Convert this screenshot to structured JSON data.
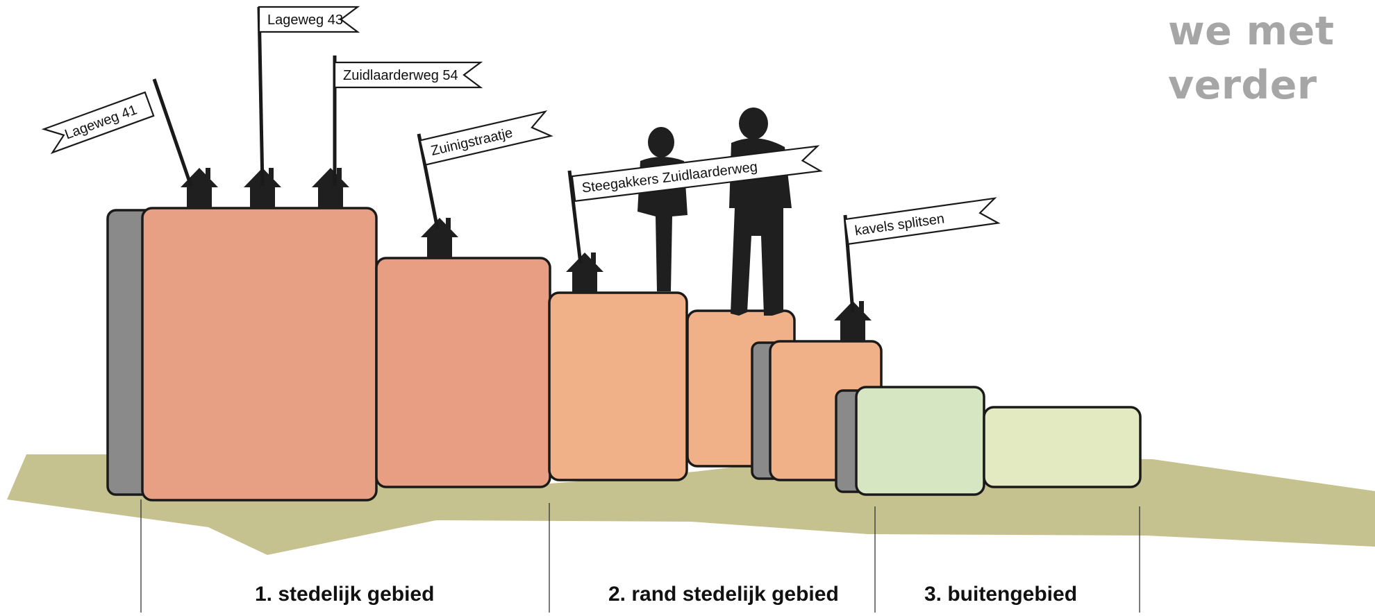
{
  "heading": {
    "line1": "we met",
    "line2": "verder"
  },
  "flags": [
    {
      "id": "lageweg-41",
      "label": "Lageweg 41"
    },
    {
      "id": "lageweg-43",
      "label": "Lageweg 43"
    },
    {
      "id": "zuidlaarderweg-54",
      "label": "Zuidlaarderweg 54"
    },
    {
      "id": "zuinigstraatje",
      "label": "Zuinigstraatje"
    },
    {
      "id": "steegakkers",
      "label": "Steegakkers Zuidlaarderweg"
    },
    {
      "id": "kavels-splitsen",
      "label": "kavels splitsen"
    }
  ],
  "zones": [
    {
      "label": "1. stedelijk gebied"
    },
    {
      "label": "2. rand stedelijk gebied"
    },
    {
      "label": "3. buitengebied"
    }
  ],
  "colors": {
    "ground": "#c6c28f",
    "urban": "#e8a084",
    "edge": "#f0b088",
    "rural": "#d6e6c2",
    "side": "#8a8a8a",
    "heading": "#a6a6a6"
  }
}
